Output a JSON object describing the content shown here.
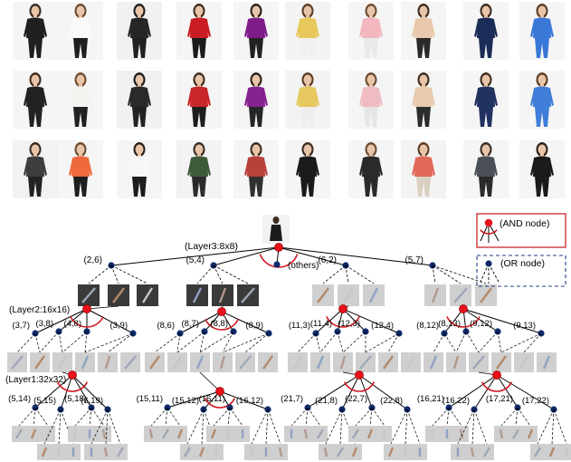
{
  "photo_rows": [
    [
      {
        "top": "#1f1f1f",
        "bottom": "#1f1f1f",
        "hair": "#3a2a1e",
        "bg": "#f5f5f5",
        "icon": "woman-black-shirt-photo"
      },
      {
        "top": "#fafafa",
        "bottom": "#1f1f1f",
        "hair": "#6a4a2e",
        "bg": "#f5f5f5",
        "icon": "woman-white-blouse-photo"
      },
      {
        "top": "#262626",
        "bottom": "#202020",
        "hair": "#1a1a1a",
        "bg": "#f1f1f1",
        "icon": "woman-hat-black-outfit-photo"
      },
      {
        "top": "#c81e23",
        "bottom": "#1b1b1b",
        "hair": "#3b2a1c",
        "bg": "#f5f5f5",
        "icon": "woman-red-blouse-photo"
      },
      {
        "top": "#7f1d88",
        "bottom": "#222222",
        "hair": "#2a1d14",
        "bg": "#f5f5f5",
        "icon": "woman-purple-top-photo"
      },
      {
        "top": "#e8c85a",
        "bottom": "#f0f0f0",
        "hair": "#5b3b22",
        "bg": "#f3f3f3",
        "icon": "woman-yellow-shirt-photo"
      },
      {
        "top": "#f2b7bf",
        "bottom": "#e9e9e9",
        "hair": "#6b4a30",
        "bg": "#f5f5f5",
        "icon": "woman-pink-top-photo"
      },
      {
        "top": "#e9c9ab",
        "bottom": "#2a2a2a",
        "hair": "#3a2a1e",
        "bg": "#f5f5f5",
        "icon": "woman-beige-top-photo"
      },
      {
        "top": "#1c2c58",
        "bottom": "#1c2c58",
        "hair": "#3a2a1e",
        "bg": "#f5f5f5",
        "icon": "woman-navy-dress-photo"
      },
      {
        "top": "#3a78d8",
        "bottom": "#3a78d8",
        "hair": "#5b3b22",
        "bg": "#f5f5f5",
        "icon": "woman-blue-dress-photo"
      }
    ],
    [
      {
        "top": "#222222",
        "bottom": "#222222",
        "hair": "#3a2a1e",
        "bg": "#f5f5f5",
        "icon": "woman-black-shirt-reconstruction"
      },
      {
        "top": "#f5f3ef",
        "bottom": "#222222",
        "hair": "#6a4a2e",
        "bg": "#f5f5f5",
        "icon": "woman-white-blouse-reconstruction"
      },
      {
        "top": "#2a2a2a",
        "bottom": "#222222",
        "hair": "#1a1a1a",
        "bg": "#f1f1f1",
        "icon": "woman-hat-black-outfit-reconstruction"
      },
      {
        "top": "#c8262a",
        "bottom": "#1e1e1e",
        "hair": "#3b2a1c",
        "bg": "#f5f5f5",
        "icon": "woman-red-blouse-reconstruction"
      },
      {
        "top": "#852390",
        "bottom": "#262626",
        "hair": "#2a1d14",
        "bg": "#f5f5f5",
        "icon": "woman-purple-top-reconstruction"
      },
      {
        "top": "#e6c860",
        "bottom": "#eeeeee",
        "hair": "#5b3b22",
        "bg": "#f3f3f3",
        "icon": "woman-yellow-shirt-reconstruction"
      },
      {
        "top": "#f0bcc3",
        "bottom": "#e6e6e6",
        "hair": "#6b4a30",
        "bg": "#f5f5f5",
        "icon": "woman-pink-top-reconstruction"
      },
      {
        "top": "#e6cbb0",
        "bottom": "#2c2c2c",
        "hair": "#3a2a1e",
        "bg": "#f5f5f5",
        "icon": "woman-beige-top-reconstruction"
      },
      {
        "top": "#223260",
        "bottom": "#223260",
        "hair": "#3a2a1e",
        "bg": "#f5f5f5",
        "icon": "woman-navy-dress-reconstruction"
      },
      {
        "top": "#3f7dd8",
        "bottom": "#3f7dd8",
        "hair": "#5b3b22",
        "bg": "#f5f5f5",
        "icon": "woman-blue-dress-reconstruction"
      }
    ],
    [
      {
        "top": "#3d3d3d",
        "bottom": "#222222",
        "hair": "#3a2a1e",
        "bg": "#f2f2f2",
        "icon": "woman-grey-jacket-photo"
      },
      {
        "top": "#ee6a3c",
        "bottom": "#1e1e1e",
        "hair": "#6a4a2e",
        "bg": "#f5f5f5",
        "icon": "woman-orange-top-photo"
      },
      {
        "top": "#f7f7f7",
        "bottom": "#1c1c1c",
        "hair": "#2a1d14",
        "bg": "#f5f5f5",
        "icon": "woman-white-tee-photo"
      },
      {
        "top": "#3f5a3a",
        "bottom": "#2b2b2b",
        "hair": "#3a2a1e",
        "bg": "#f3f3f3",
        "icon": "woman-plaid-shirt-photo"
      },
      {
        "top": "#b8413a",
        "bottom": "#303030",
        "hair": "#3b2a1c",
        "bg": "#f5f5f5",
        "icon": "woman-red-cardigan-photo"
      },
      {
        "top": "#1a1a1a",
        "bottom": "#1a1a1a",
        "hair": "#3a2a1e",
        "bg": "#f5f5f5",
        "icon": "woman-black-tank-photo"
      },
      {
        "top": "#2a2a2a",
        "bottom": "#2a2a2a",
        "hair": "#6b4a30",
        "bg": "#f5f5f5",
        "icon": "woman-black-dress-photo"
      },
      {
        "top": "#e0695a",
        "bottom": "#d8d0c0",
        "hair": "#5b3b22",
        "bg": "#f3f3f3",
        "icon": "woman-coral-top-photo"
      },
      {
        "top": "#4a4f56",
        "bottom": "#2a2a2a",
        "hair": "#3a2a1e",
        "bg": "#f5f5f5",
        "icon": "woman-grey-shirt-photo"
      },
      {
        "top": "#1b1b1b",
        "bottom": "#1b1b1b",
        "hair": "#2a1d14",
        "bg": "#f5f5f5",
        "icon": "woman-little-black-dress-photo"
      }
    ]
  ],
  "diagram": {
    "layer_labels": [
      "(Layer3:8x8)",
      "(Layer2:16x16)",
      "(Layer1:32x32)"
    ],
    "others_label": "(others)",
    "top_or_labels": [
      "(2,6)",
      "(5,4)",
      "(6,2)",
      "(5,7)"
    ],
    "l2_or_labels": [
      "(3,7)",
      "(3,8)",
      "(4,8)",
      "(3,9)",
      "(8,6)",
      "(8,7)",
      "(8,8)",
      "(8,9)",
      "(11,3)",
      "(11,4)",
      "(12,3)",
      "(12,4)",
      "(8,12)",
      "(8,13)",
      "(9,12)",
      "(9,13)"
    ],
    "l1_or_labels": [
      "(5,14)",
      "(5,15)",
      "(5,18)",
      "(6,19)",
      "(15,11)",
      "(15,12)",
      "(16,11)",
      "(16,12)",
      "(21,7)",
      "(21,8)",
      "(22,7)",
      "(22,8)",
      "(16,21)",
      "(16,22)",
      "(17,21)",
      "(17,22)"
    ]
  },
  "legend": {
    "and_label": "(AND node)",
    "or_label": "(OR node)"
  },
  "colors": {
    "and_node": "#e8121c",
    "or_node": "#0e2a6b",
    "arc": "#d0161e",
    "legend_and_border": "#c4161c",
    "legend_or_border": "#1f3f86",
    "patch_dark": "#3a3a3a",
    "patch_light": "#cfcfcf"
  }
}
